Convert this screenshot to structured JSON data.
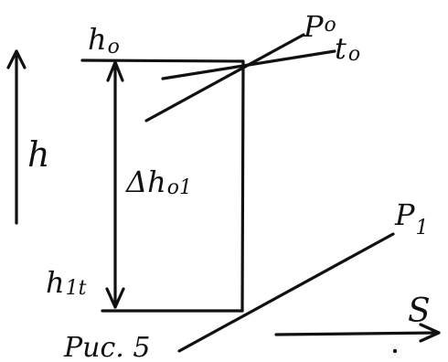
{
  "diagram": {
    "labels": {
      "h0_main": "h",
      "h0_sub": "o",
      "p0_main": "P",
      "p0_sub": "o",
      "t0_main": "t",
      "t0_sub": "o",
      "h_axis": "h",
      "delta_main": "Δh",
      "delta_sub": "o1",
      "h1t_main": "h",
      "h1t_sub": "1t",
      "p1_main": "P",
      "p1_sub": "1",
      "s_axis": "S",
      "caption": "Рис. 5"
    },
    "colors": {
      "ink": "#111111",
      "background": "#ffffff"
    }
  }
}
